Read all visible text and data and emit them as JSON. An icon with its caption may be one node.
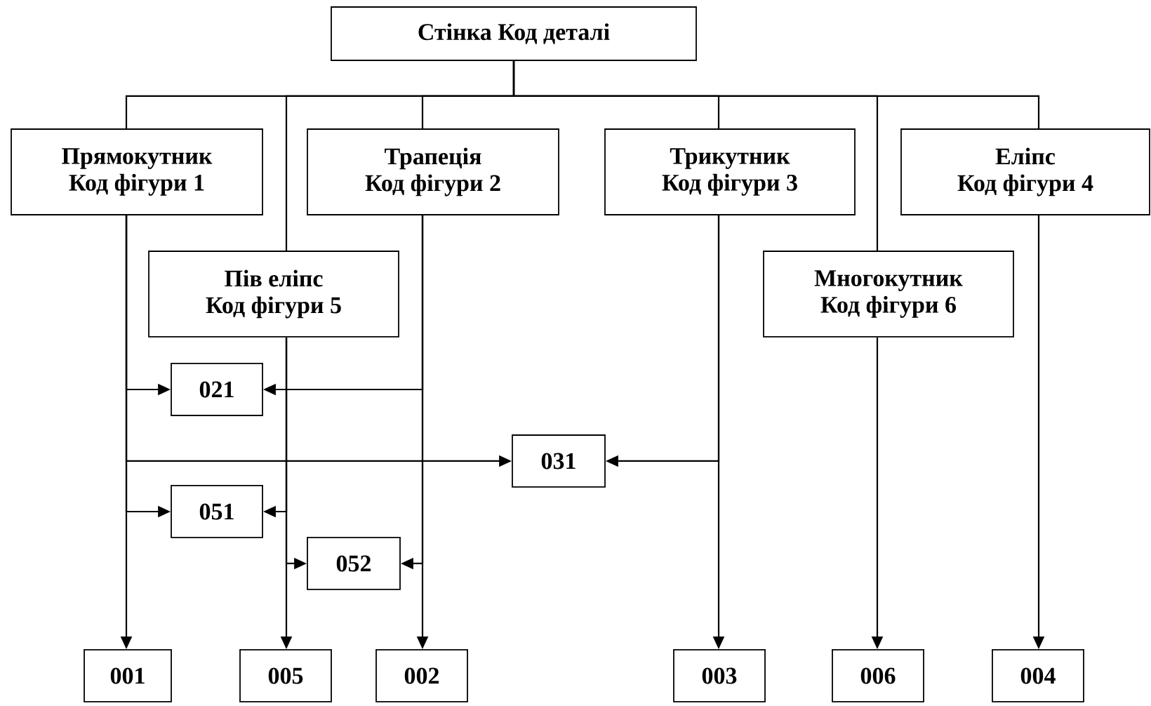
{
  "diagram": {
    "nodes": [
      {
        "text": [
          "Стінка   Код деталі"
        ]
      },
      {
        "text": [
          "Прямокутник",
          "Код фігури 1"
        ]
      },
      {
        "text": [
          "Трапеція",
          "Код фігури 2"
        ]
      },
      {
        "text": [
          "Трикутник",
          "Код фігури 3"
        ]
      },
      {
        "text": [
          "Еліпс",
          "Код фігури 4"
        ]
      },
      {
        "text": [
          "Пів еліпс",
          "Код фігури 5"
        ]
      },
      {
        "text": [
          "Многокутник",
          "Код фігури 6"
        ]
      },
      {
        "text": [
          "021"
        ]
      },
      {
        "text": [
          "031"
        ]
      },
      {
        "text": [
          "051"
        ]
      },
      {
        "text": [
          "052"
        ]
      },
      {
        "text": [
          "001"
        ]
      },
      {
        "text": [
          "005"
        ]
      },
      {
        "text": [
          "002"
        ]
      },
      {
        "text": [
          "003"
        ]
      },
      {
        "text": [
          "006"
        ]
      },
      {
        "text": [
          "004"
        ]
      }
    ],
    "edges": [
      {
        "from": 0,
        "to": 1,
        "arrow": "none"
      },
      {
        "from": 0,
        "to": 5,
        "arrow": "none"
      },
      {
        "from": 0,
        "to": 2,
        "arrow": "none"
      },
      {
        "from": 0,
        "to": 3,
        "arrow": "none"
      },
      {
        "from": 0,
        "to": 6,
        "arrow": "none"
      },
      {
        "from": 0,
        "to": 4,
        "arrow": "none"
      },
      {
        "from": 1,
        "to": 7,
        "arrow": "to"
      },
      {
        "from": 2,
        "to": 7,
        "arrow": "to"
      },
      {
        "from": 1,
        "to": 8,
        "arrow": "to"
      },
      {
        "from": 3,
        "to": 8,
        "arrow": "to"
      },
      {
        "from": 1,
        "to": 9,
        "arrow": "to"
      },
      {
        "from": 5,
        "to": 9,
        "arrow": "to"
      },
      {
        "from": 5,
        "to": 10,
        "arrow": "to"
      },
      {
        "from": 2,
        "to": 10,
        "arrow": "to"
      },
      {
        "from": 1,
        "to": 11,
        "arrow": "to"
      },
      {
        "from": 5,
        "to": 12,
        "arrow": "to"
      },
      {
        "from": 2,
        "to": 13,
        "arrow": "to"
      },
      {
        "from": 3,
        "to": 14,
        "arrow": "to"
      },
      {
        "from": 6,
        "to": 15,
        "arrow": "to"
      },
      {
        "from": 4,
        "to": 16,
        "arrow": "to"
      }
    ]
  }
}
